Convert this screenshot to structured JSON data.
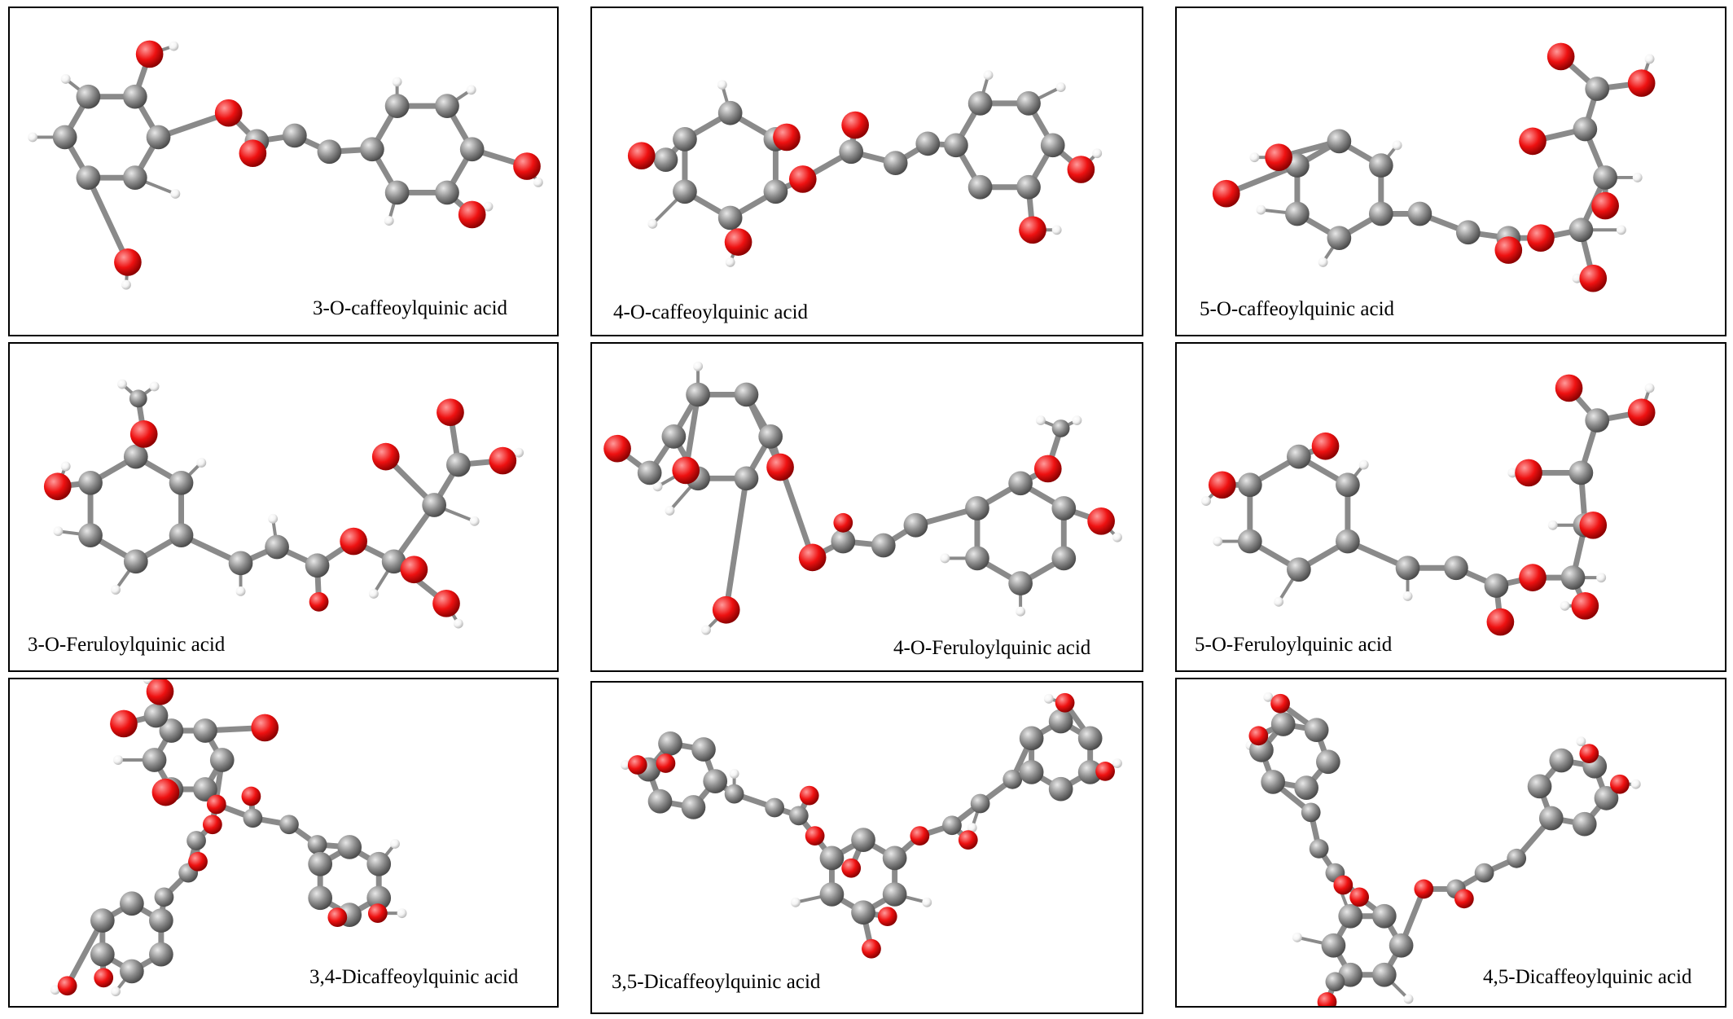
{
  "panels": [
    {
      "name": "3-O-caffeoylquinic acid"
    },
    {
      "name": "4-O-caffeoylquinic acid"
    },
    {
      "name": "5-O-caffeoylquinic acid"
    },
    {
      "name": "3-O-Feruloylquinic acid"
    },
    {
      "name": "4-O-Feruloylquinic acid"
    },
    {
      "name": "5-O-Feruloylquinic acid"
    },
    {
      "name": "3,4-Dicaffeoylquinic acid"
    },
    {
      "name": "3,5-Dicaffeoylquinic acid"
    },
    {
      "name": "4,5-Dicaffeoylquinic acid"
    }
  ],
  "colors": {
    "carbon": "#8c8c8c",
    "oxygen": "#ee1111",
    "hydrogen": "#f4f4f4",
    "border": "#000000"
  }
}
